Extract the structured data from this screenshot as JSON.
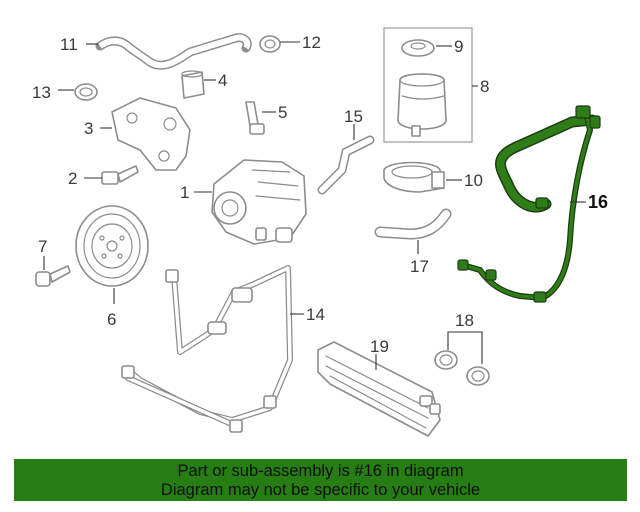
{
  "diagram": {
    "callouts": [
      "1",
      "2",
      "3",
      "4",
      "5",
      "6",
      "7",
      "8",
      "9",
      "10",
      "11",
      "12",
      "13",
      "14",
      "15",
      "16",
      "17",
      "18",
      "19"
    ],
    "highlighted_part": "16",
    "highlight_color": "#2e7d18"
  },
  "banner": {
    "line1": "Part or sub-assembly is #16 in diagram",
    "line2": "Diagram may not be specific to your vehicle",
    "background": "#267d13"
  }
}
